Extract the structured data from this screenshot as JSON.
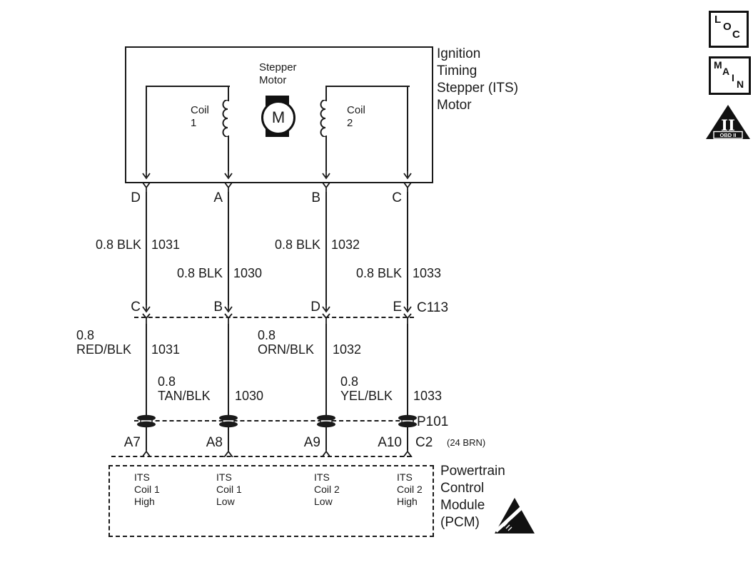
{
  "page": {
    "background": "#ffffff",
    "ink": "#1a1a1a"
  },
  "its_motor_box": {
    "title": "Ignition\nTiming\nStepper (ITS)\nMotor",
    "stepper_motor_label": "Stepper\nMotor",
    "motor_symbol": "M",
    "coil1_label": "Coil\n1",
    "coil2_label": "Coil\n2"
  },
  "c113_connector": {
    "name": "C113"
  },
  "p101_connector": {
    "name": "P101"
  },
  "pcm": {
    "title": "Powertrain\nControl\nModule\n(PCM)",
    "connector_id": "C2",
    "connector_note": "(24 BRN)"
  },
  "wires": [
    {
      "motor_pin": "D",
      "upper_label": "0.8 BLK",
      "upper_circuit": "1031",
      "c113_pin": "C",
      "lower_label": "0.8\nRED/BLK",
      "lower_circuit": "1031",
      "pcm_pin": "A7",
      "pcm_function": "ITS\nCoil 1\nHigh"
    },
    {
      "motor_pin": "A",
      "upper_label": "0.8 BLK",
      "upper_circuit": "1030",
      "c113_pin": "B",
      "lower_label": "0.8\nTAN/BLK",
      "lower_circuit": "1030",
      "pcm_pin": "A8",
      "pcm_function": "ITS\nCoil 1\nLow"
    },
    {
      "motor_pin": "B",
      "upper_label": "0.8 BLK",
      "upper_circuit": "1032",
      "c113_pin": "D",
      "lower_label": "0.8\nORN/BLK",
      "lower_circuit": "1032",
      "pcm_pin": "A9",
      "pcm_function": "ITS\nCoil 2\nLow"
    },
    {
      "motor_pin": "C",
      "upper_label": "0.8 BLK",
      "upper_circuit": "1033",
      "c113_pin": "E",
      "lower_label": "0.8\nYEL/BLK",
      "lower_circuit": "1033",
      "pcm_pin": "A10",
      "pcm_function": "ITS\nCoil 2\nHigh"
    }
  ],
  "legend_badges": {
    "loc": {
      "letters": [
        "L",
        "O",
        "C"
      ]
    },
    "main": {
      "letters": [
        "M",
        "A",
        "I",
        "N"
      ]
    },
    "obd2": {
      "numeral": "II",
      "label": "OBD II"
    }
  }
}
